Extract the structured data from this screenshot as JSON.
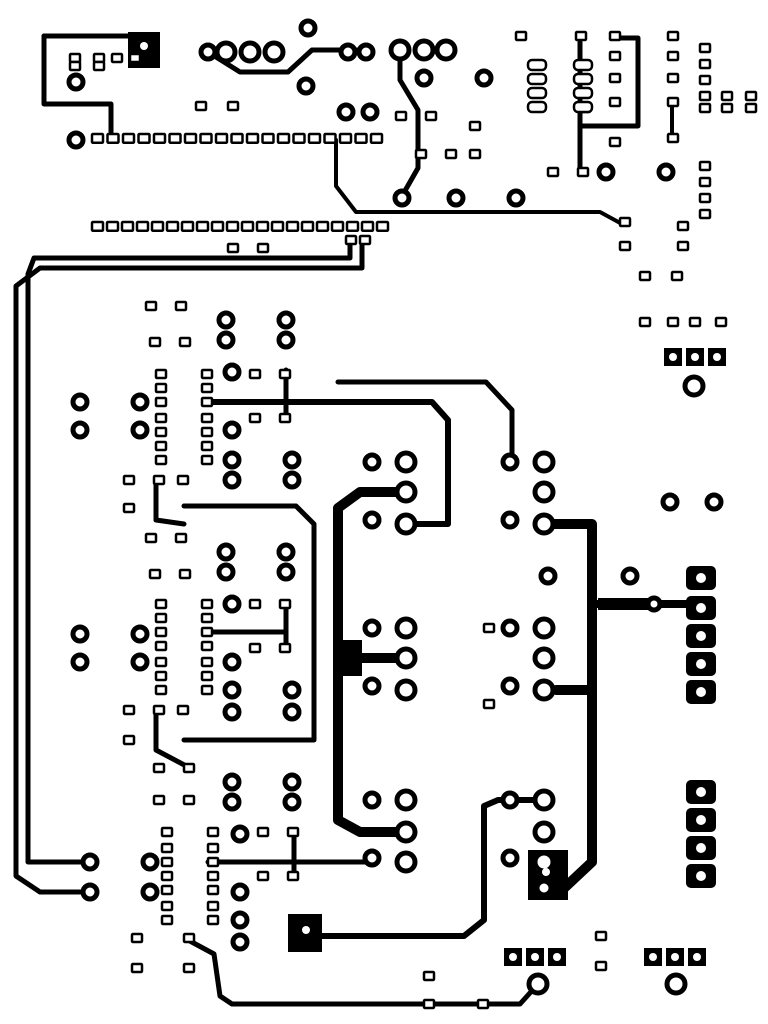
{
  "board": {
    "layer_colors": {
      "copper": "#000000",
      "substrate": "#ffffff",
      "drill": "#ffffff"
    },
    "elements": {
      "traces": "pcb-trace",
      "copper_pours": "copper-pour",
      "round_pads": "through-hole-pad",
      "square_pads": "square-pad",
      "large_pads": "large-pad",
      "smd_pads": "smd-pad"
    }
  }
}
